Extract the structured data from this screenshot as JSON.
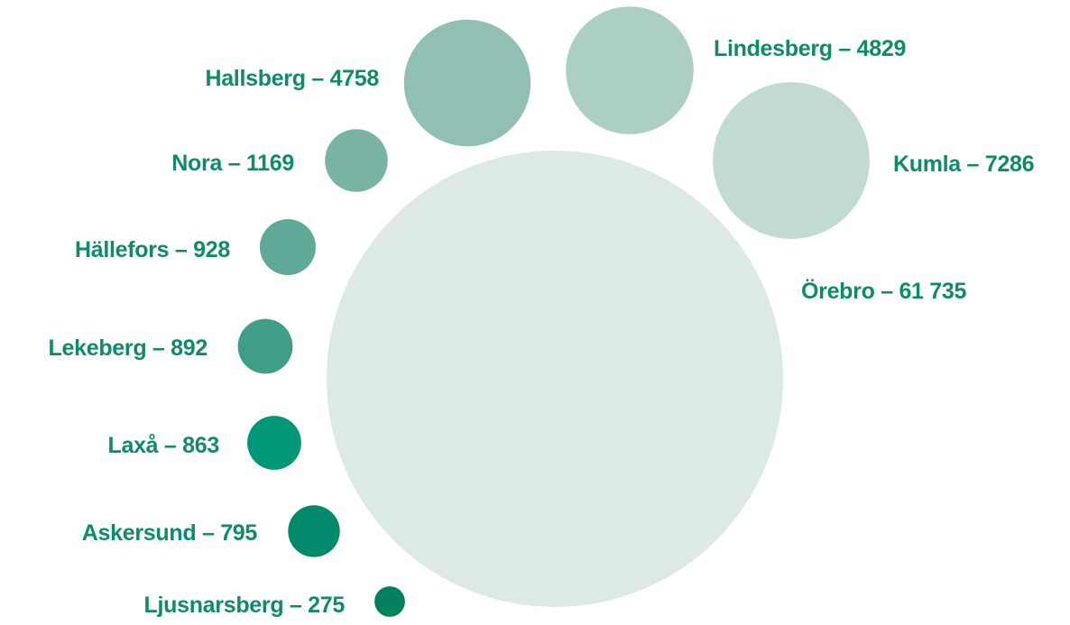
{
  "chart_data": {
    "type": "bubble",
    "title": "",
    "label_color": "#0f8a6a",
    "items": [
      {
        "name": "Örebro",
        "value": 61735,
        "label": "Örebro – 61 735",
        "color": "#dde9e6"
      },
      {
        "name": "Kumla",
        "value": 7286,
        "label": "Kumla – 7286",
        "color": "#c1dbd4"
      },
      {
        "name": "Lindesberg",
        "value": 4829,
        "label": "Lindesberg – 4829",
        "color": "#abcec5"
      },
      {
        "name": "Hallsberg",
        "value": 4758,
        "label": "Hallsberg – 4758",
        "color": "#92bfb3"
      },
      {
        "name": "Nora",
        "value": 1169,
        "label": "Nora – 1169",
        "color": "#79b3a3"
      },
      {
        "name": "Hällefors",
        "value": 928,
        "label": "Hällefors – 928",
        "color": "#5ea997"
      },
      {
        "name": "Lekeberg",
        "value": 892,
        "label": "Lekeberg – 892",
        "color": "#3f9e86"
      },
      {
        "name": "Laxå",
        "value": 863,
        "label": "Laxå – 863",
        "color": "#009779"
      },
      {
        "name": "Askersund",
        "value": 795,
        "label": "Askersund – 795",
        "color": "#008a6c"
      },
      {
        "name": "Ljusnarsberg",
        "value": 275,
        "label": "Ljusnarsberg – 275",
        "color": "#00805f"
      }
    ]
  }
}
